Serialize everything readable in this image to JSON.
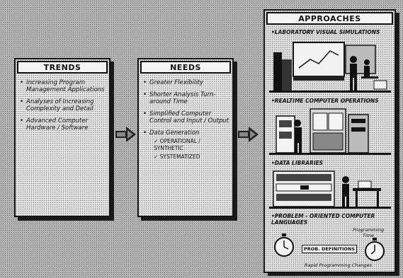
{
  "trends": {
    "title": "TRENDS",
    "items": [
      "Increasing Program Management Applications",
      "Analyses of Increasing Complexity and Detail",
      "Advanced Computer Hardware / Software"
    ]
  },
  "needs": {
    "title": "NEEDS",
    "items": [
      "Greater Flexibility",
      "Shorter Analysis Turn-around Time",
      "Simplified Computer Control and Input / Output",
      "Data Generation"
    ],
    "sub_items": [
      "✓ OPERATIONAL / SYNTHETIC",
      "✓ SYSTEMATIZED"
    ]
  },
  "approaches": {
    "title": "APPROACHES",
    "items": [
      "LABORATORY VISUAL SIMULATIONS",
      "REALTIME COMPUTER OPERATIONS",
      "DATA LIBRARIES",
      "PROBLEM - ORIENTED COMPUTER LANGUAGES"
    ],
    "programming_time_label": "Programming Time",
    "prob_definitions_label": "PROB. DEFINITIONS",
    "rapid_changes_label": "Rapid Programming Changes"
  },
  "icons": [
    "arrow-right-icon",
    "lab-simulation-illustration",
    "computer-operator-illustration",
    "data-library-illustration",
    "stopwatch-icon"
  ]
}
